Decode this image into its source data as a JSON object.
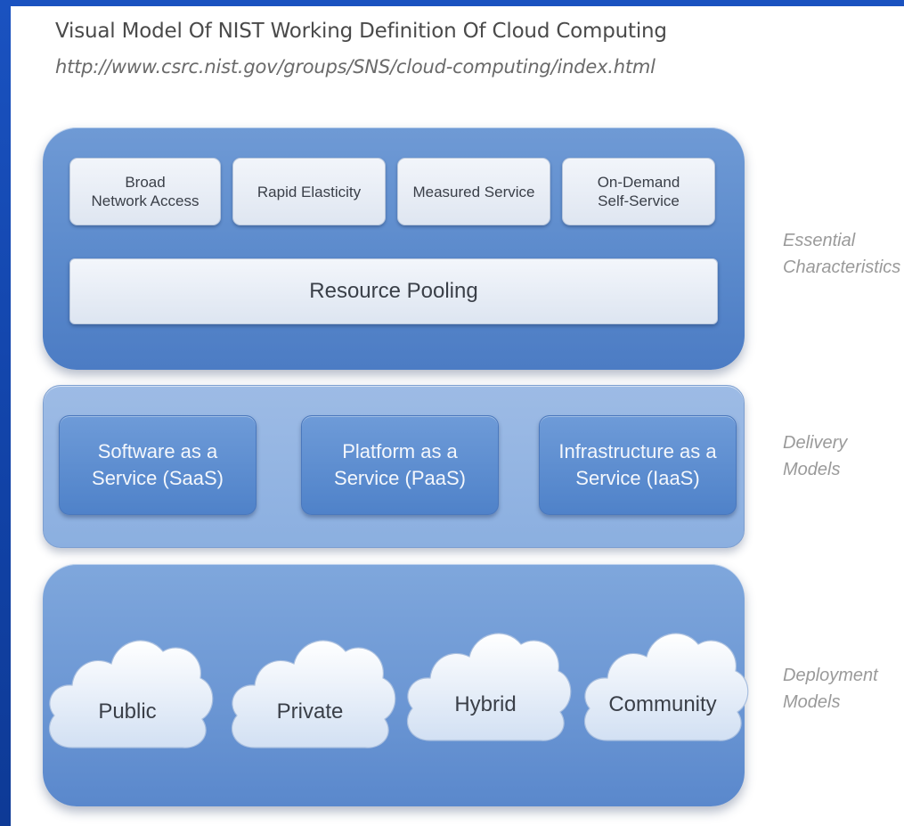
{
  "header": {
    "title": "Visual Model Of NIST Working Definition Of Cloud Computing",
    "url": "http://www.csrc.nist.gov/groups/SNS/cloud-computing/index.html"
  },
  "essential_characteristics": {
    "label": "Essential\nCharacteristics",
    "items": [
      "Broad\nNetwork Access",
      "Rapid Elasticity",
      "Measured Service",
      "On-Demand\nSelf-Service"
    ],
    "resource_pooling": "Resource Pooling"
  },
  "delivery_models": {
    "label": "Delivery\nModels",
    "items": [
      "Software as a\nService (SaaS)",
      "Platform as a\nService (PaaS)",
      "Infrastructure as a\nService (IaaS)"
    ]
  },
  "deployment_models": {
    "label": "Deployment\nModels",
    "items": [
      "Public",
      "Private",
      "Hybrid",
      "Community"
    ]
  },
  "colors": {
    "frame": "#1546a8",
    "layer_blue": "#5b8acc",
    "delivery_layer": "#8bafe0",
    "box_light": "#e6ecf5",
    "side_label": "#9a9a9a"
  }
}
